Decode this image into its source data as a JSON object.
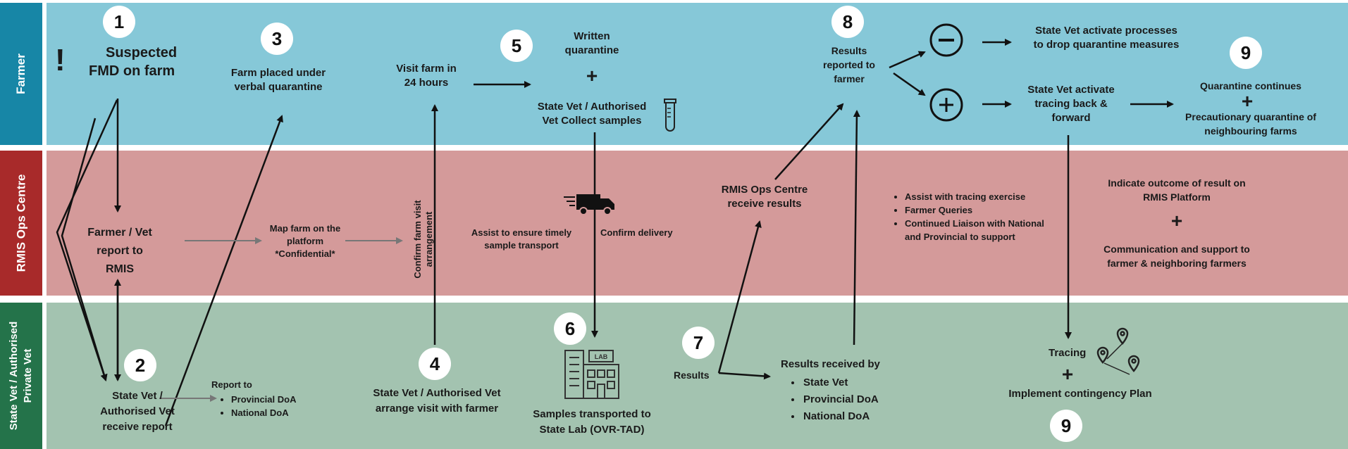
{
  "lanes": {
    "farmer": {
      "label": "Farmer",
      "color": "#86c8d8",
      "tab_color": "#1786a6"
    },
    "ops": {
      "label": "RMIS Ops Centre",
      "color": "#d49a9a",
      "tab_color": "#a82a2a"
    },
    "vet": {
      "label_line1": "State Vet / Authorised",
      "label_line2": "Private Vet",
      "color": "#a3c3b0",
      "tab_color": "#24734a"
    }
  },
  "steps": {
    "s1": {
      "number": "1",
      "line1": "Suspected",
      "line2": "FMD on farm",
      "exclaim": "!"
    },
    "s2": {
      "number": "2",
      "line1": "State Vet /",
      "line2": "Authorised Vet",
      "line3": "receive report"
    },
    "s3": {
      "number": "3",
      "line1": "Farm placed under",
      "line2": "verbal quarantine"
    },
    "s4": {
      "number": "4",
      "line1": "State Vet / Authorised Vet",
      "line2": "arrange visit with farmer"
    },
    "s5": {
      "number": "5",
      "written_line1": "Written",
      "written_line2": "quarantine",
      "plus": "+",
      "collect_line1": "State Vet / Authorised",
      "collect_line2": "Vet Collect samples"
    },
    "s6": {
      "number": "6",
      "line1": "Samples transported to",
      "line2": "State Lab (OVR-TAD)",
      "lab_sign": "LAB"
    },
    "s7": {
      "number": "7",
      "label": "Results"
    },
    "s8": {
      "number": "8",
      "line1": "Results",
      "line2": "reported to",
      "line3": "farmer"
    },
    "s9a": {
      "number": "9",
      "line1": "Quarantine continues",
      "plus": "+",
      "line2": "Precautionary quarantine of",
      "line3": "neighbouring farms"
    },
    "s9b": {
      "number": "9",
      "tracing": "Tracing",
      "plus": "+",
      "contingency": "Implement contingency Plan"
    }
  },
  "farmer_lane": {
    "visit_line1": "Visit farm in",
    "visit_line2": "24 hours",
    "negative_symbol": "−",
    "positive_symbol": "+",
    "drop_line1": "State Vet activate processes",
    "drop_line2": "to drop quarantine measures",
    "trace_line1": "State Vet activate",
    "trace_line2": "tracing back &",
    "trace_line3": "forward"
  },
  "ops_lane": {
    "report_line1": "Farmer / Vet",
    "report_line2": "report to",
    "report_line3": "RMIS",
    "map_line1": "Map farm on the",
    "map_line2": "platform",
    "map_line3": "*Confidential*",
    "confirm_visit_line1": "Confirm farm visit",
    "confirm_visit_line2": "arrangement",
    "assist_line1": "Assist to ensure timely",
    "assist_line2": "sample transport",
    "confirm_delivery": "Confirm delivery",
    "receive_line1": "RMIS Ops Centre",
    "receive_line2": "receive results",
    "support_items": [
      "Assist with tracing exercise",
      "Farmer Queries",
      "Continued Liaison with National and Provincial to support"
    ],
    "indicate_line1": "Indicate outcome of result on",
    "indicate_line2": "RMIS Platform",
    "plus": "+",
    "comm_line1": "Communication and support to",
    "comm_line2": "farmer & neighboring farmers"
  },
  "vet_lane": {
    "report_to": "Report to",
    "report_to_items": [
      "Provincial DoA",
      "National DoA"
    ],
    "results_received": "Results received by",
    "results_received_items": [
      "State Vet",
      "Provincial DoA",
      "National DoA"
    ]
  },
  "icons": [
    "exclamation-icon",
    "test-tube-icon",
    "delivery-truck-icon",
    "lab-building-icon",
    "map-pins-icon",
    "minus-circle-icon",
    "plus-circle-icon"
  ]
}
